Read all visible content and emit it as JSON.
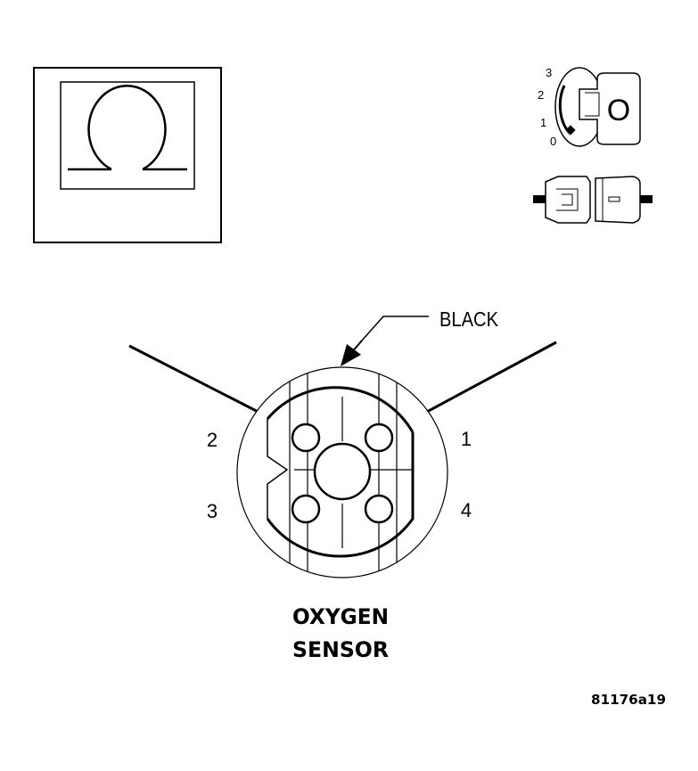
{
  "ohmmeter": {
    "symbol": "Ω",
    "icon": "ohm-symbol-icon"
  },
  "ignition": {
    "icon": "ignition-key-icon",
    "positions": [
      "3",
      "2",
      "1",
      "0"
    ],
    "key_label": "O"
  },
  "connector_icon": "disconnected-connector-icon",
  "wire_color": "BLACK",
  "pins": {
    "p1": "1",
    "p2": "2",
    "p3": "3",
    "p4": "4"
  },
  "title": {
    "line1": "OXYGEN",
    "line2": "SENSOR"
  },
  "figure_id": "81176a19"
}
